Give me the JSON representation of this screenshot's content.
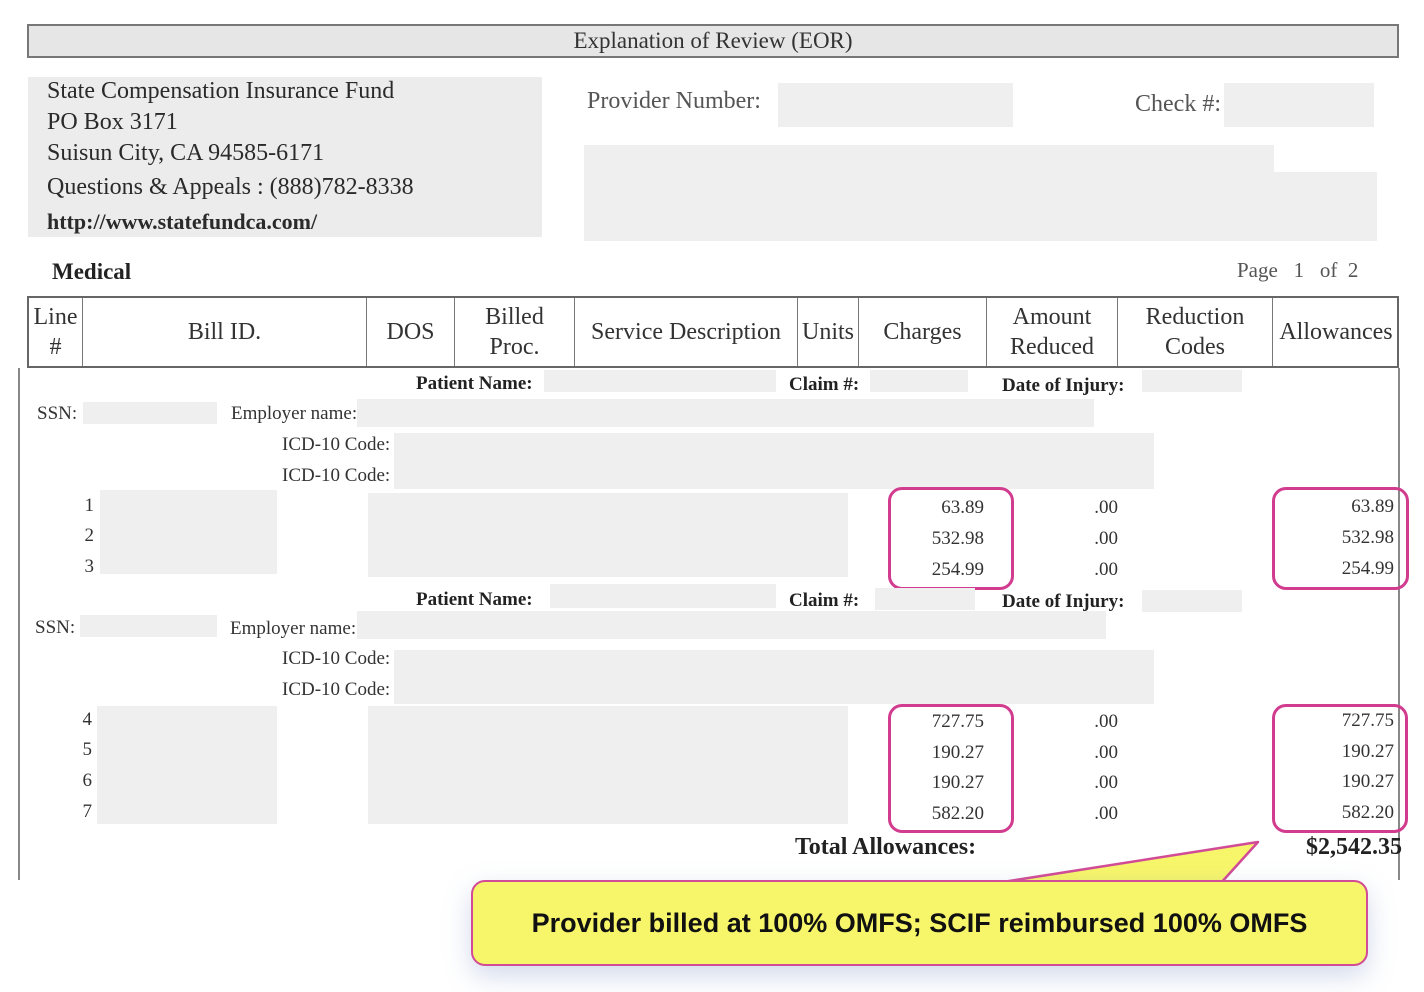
{
  "title": "Explanation of Review (EOR)",
  "address": {
    "line1": "State Compensation Insurance Fund",
    "line2": "PO Box 3171",
    "line3": "Suisun City, CA 94585-6171",
    "line4": "Questions & Appeals : (888)782-8338",
    "url": "http://www.statefundca.com/"
  },
  "provider_label": "Provider Number:",
  "check_label": "Check #:",
  "section_label": "Medical",
  "page": {
    "label": "Page",
    "current": "1",
    "of_label": "of",
    "total": "2"
  },
  "columns": {
    "line_a": "Line",
    "line_b": "#",
    "bill_id": "Bill ID.",
    "dos": "DOS",
    "billed_a": "Billed",
    "billed_b": "Proc.",
    "service": "Service Description",
    "units": "Units",
    "charges": "Charges",
    "amount_a": "Amount",
    "amount_b": "Reduced",
    "reduction_a": "Reduction",
    "reduction_b": "Codes",
    "allowances": "Allowances"
  },
  "labels": {
    "patient_name": "Patient Name:",
    "claim": "Claim #:",
    "date_of_injury": "Date of Injury:",
    "ssn": "SSN:",
    "employer": "Employer name:",
    "icd": "ICD-10 Code:"
  },
  "groups": [
    {
      "rows": [
        {
          "line": "1",
          "charges": "63.89",
          "reduced": ".00",
          "allowance": "63.89"
        },
        {
          "line": "2",
          "charges": "532.98",
          "reduced": ".00",
          "allowance": "532.98"
        },
        {
          "line": "3",
          "charges": "254.99",
          "reduced": ".00",
          "allowance": "254.99"
        }
      ]
    },
    {
      "rows": [
        {
          "line": "4",
          "charges": "727.75",
          "reduced": ".00",
          "allowance": "727.75"
        },
        {
          "line": "5",
          "charges": "190.27",
          "reduced": ".00",
          "allowance": "190.27"
        },
        {
          "line": "6",
          "charges": "190.27",
          "reduced": ".00",
          "allowance": "190.27"
        },
        {
          "line": "7",
          "charges": "582.20",
          "reduced": ".00",
          "allowance": "582.20"
        }
      ]
    }
  ],
  "total_label": "Total Allowances:",
  "total_value": "$2,542.35",
  "callout_text": "Provider billed at 100% OMFS; SCIF reimbursed 100% OMFS",
  "colors": {
    "highlight": "#d23c8f",
    "callout_bg": "#f7f66a"
  }
}
